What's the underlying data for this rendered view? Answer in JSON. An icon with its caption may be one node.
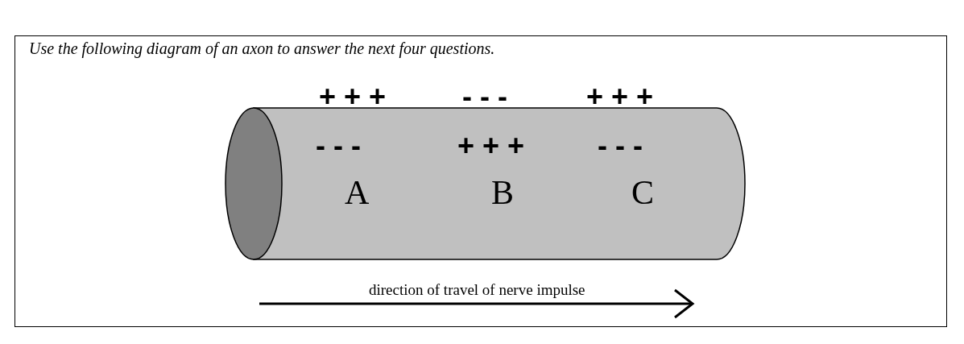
{
  "diagram": {
    "title": "Use the following diagram of an axon to answer the next four questions.",
    "labels": [
      "+ + +",
      "- - -",
      "+ + +",
      "- - -",
      "+ + +",
      "- - -",
      "A",
      "B",
      "C",
      "direction of travel of nerve impulse"
    ]
  }
}
